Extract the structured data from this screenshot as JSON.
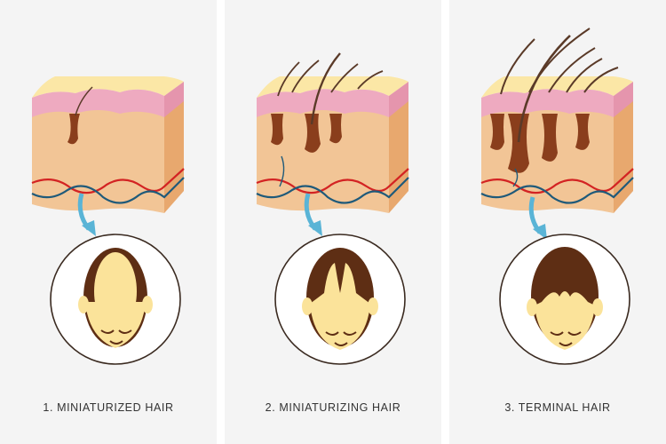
{
  "colors": {
    "panel_bg": "#f4f4f4",
    "skin_top": "#fbe7a6",
    "epidermis": "#eeaac0",
    "dermis": "#f2c596",
    "dermis_side": "#e8a86e",
    "follicle": "#8a3e1c",
    "hair": "#5a3a28",
    "artery": "#d32323",
    "vein": "#1f5a7a",
    "arrow": "#5ab4d6",
    "scalp": "#fbe39a",
    "head_hair": "#5e2e14"
  },
  "panels": [
    {
      "caption": "1. MINIATURIZED HAIR",
      "stage": "miniaturized"
    },
    {
      "caption": "2. MINIATURIZING HAIR",
      "stage": "miniaturizing"
    },
    {
      "caption": "3. TERMINAL HAIR",
      "stage": "terminal"
    }
  ]
}
